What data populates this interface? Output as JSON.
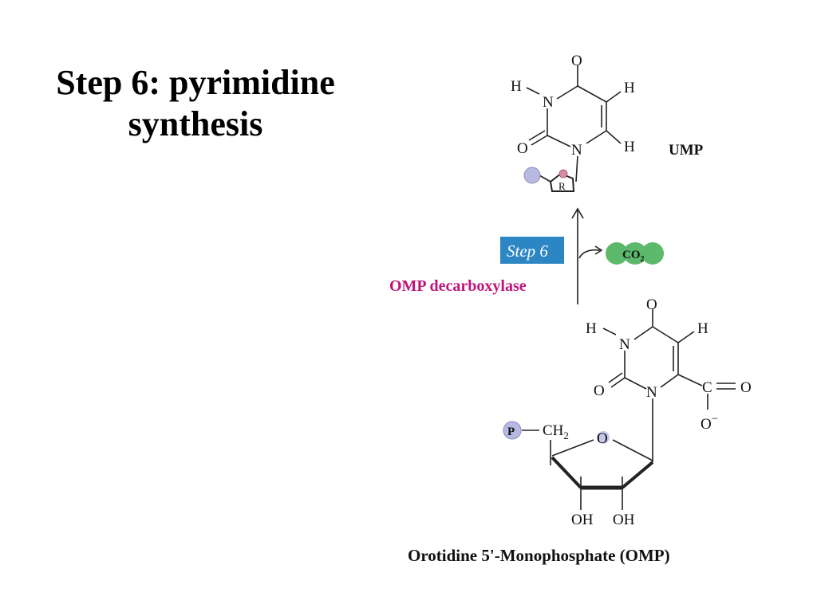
{
  "slide": {
    "title_line1": "Step 6: pyrimidine",
    "title_line2": "synthesis"
  },
  "product": {
    "name": "UMP",
    "ribose_label": "R"
  },
  "reaction": {
    "step_label": "Step 6",
    "enzyme": "OMP decarboxylase",
    "byproduct": "CO",
    "byproduct_subscript": "2"
  },
  "substrate": {
    "name": "Orotidine 5'-Monophosphate (OMP)",
    "phosphate_label": "P",
    "ch2_label": "CH",
    "ch2_subscript": "2",
    "ring_oxygen": "O",
    "hydroxyl_1": "OH",
    "hydroxyl_2": "OH",
    "carboxyl_carbon": "C",
    "carboxyl_oxygen": "O",
    "carboxylate": "O",
    "charge": "−"
  },
  "atoms": {
    "O": "O",
    "N": "N",
    "H": "H"
  },
  "colors": {
    "step_badge": "#2d86c4",
    "enzyme_text": "#c0147a",
    "co2_fill": "#5cb86a",
    "phosphate_fill": "#b8b9e0",
    "ribose_dot": "#d988a8"
  }
}
